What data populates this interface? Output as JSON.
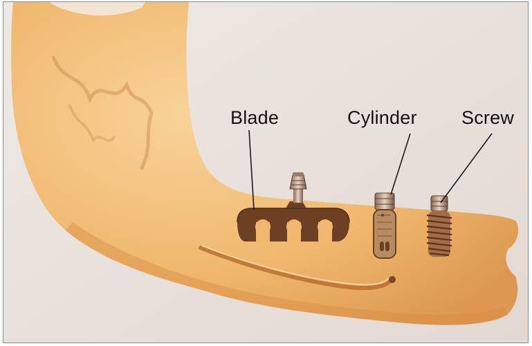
{
  "figure": {
    "labels": {
      "blade": "Blade",
      "cylinder": "Cylinder",
      "screw": "Screw"
    }
  },
  "colors": {
    "background": "#ebe4de",
    "bone": "#f2bc73",
    "bone_shadow": "#d98f45",
    "bone_highlight": "#f7d29a",
    "implant": "#6d4023",
    "implant_light": "#a87a57",
    "leader_line": "#1a1a1a"
  }
}
